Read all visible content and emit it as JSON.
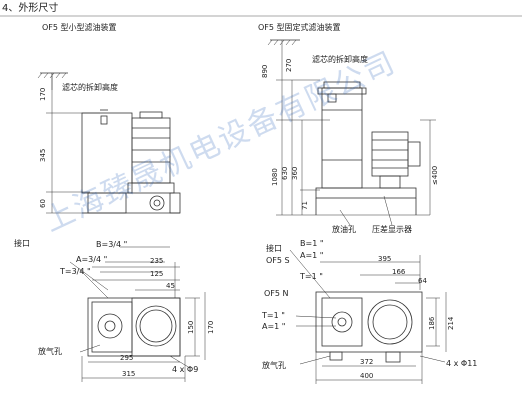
{
  "heading": "4、外形尺寸",
  "watermark": "上海臻晟机电设备有限公司",
  "small_device": {
    "title": "OF5 型小型滤油装置",
    "filter_height_label": "滤芯的拆卸高度",
    "dims": {
      "d170": "170",
      "d345": "345",
      "d60": "60"
    },
    "top_view": {
      "port_label": "接口",
      "B": "B=3/4 \"",
      "A": "A=3/4 \"",
      "T": "T=3/4 \"",
      "d235": "235",
      "d125": "125",
      "d45": "45",
      "d150": "150",
      "d170": "170",
      "d295": "295",
      "d315": "315",
      "bolts": "4 x Φ9",
      "vent_label": "放气孔"
    }
  },
  "fixed_device": {
    "title": "OF5 型固定式滤油装置",
    "filter_height_label": "滤芯的拆卸高度",
    "dims": {
      "d890": "890",
      "d270": "270",
      "d1080": "1080",
      "d630": "630",
      "d360": "360",
      "d71": "71",
      "d400": "≤400"
    },
    "vent_label": "放油孔",
    "indicator_label": "压差显示器",
    "top_view": {
      "port_label": "接口",
      "variant_S": "OF5 S",
      "variant_N": "OF5 N",
      "B": "B=1 \"",
      "A": "A=1 \"",
      "T": "T=1 \"",
      "T2": "T=1 \"",
      "A2": "A=1 \"",
      "d395": "395",
      "d166": "166",
      "d64": "64",
      "d186": "186",
      "d214": "214",
      "d372": "372",
      "d400": "400",
      "bolts": "4 x Φ11",
      "vent_label": "放气孔"
    }
  }
}
